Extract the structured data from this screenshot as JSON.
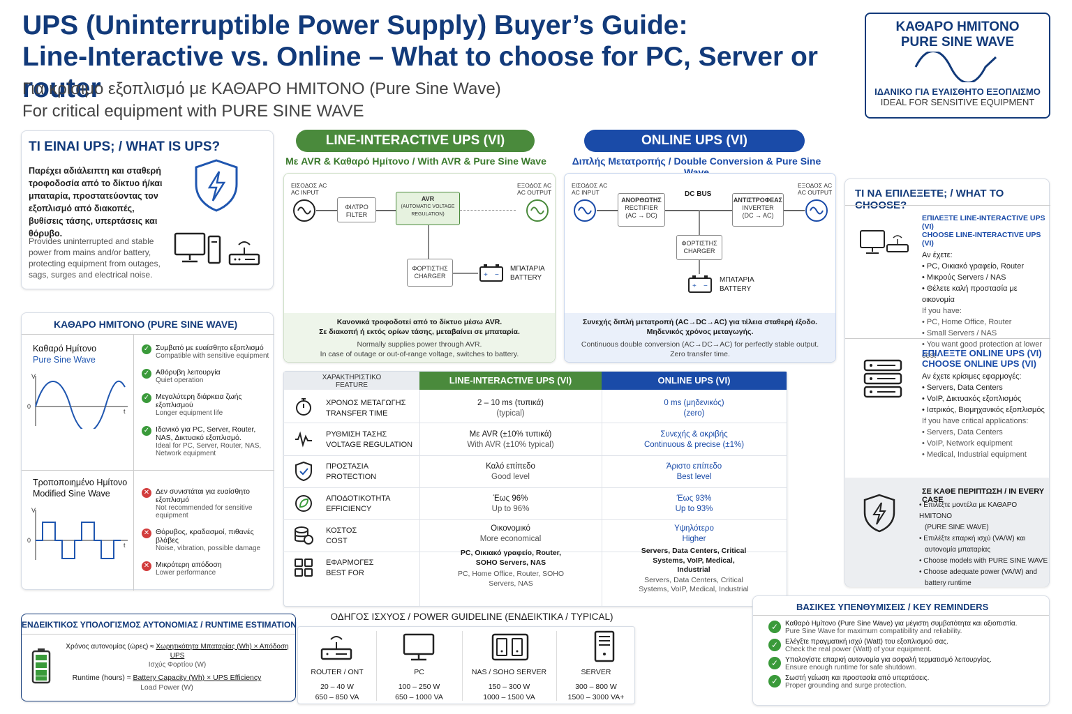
{
  "header": {
    "title_line1": "UPS (Uninterruptible Power Supply) Buyer’s Guide:",
    "title_line2": "Line-Interactive vs. Online – What to choose for PC, Server or router",
    "subtitle_gr": "Για κρίσιμο εξοπλισμό με ΚΑΘΑΡΟ ΗΜΙΤΟΝΟ (Pure Sine Wave)",
    "subtitle_en": "For critical equipment with PURE SINE WAVE"
  },
  "badge": {
    "title_gr": "ΚΑΘΑΡΟ ΗΜΙΤΟΝΟ",
    "title_en": "PURE SINE WAVE",
    "caption_gr": "ΙΔΑΝΙΚΟ ΓΙΑ ΕΥΑΙΣΘΗΤΟ ΕΞΟΠΛΙΣΜΟ",
    "caption_en": "IDEAL FOR SENSITIVE EQUIPMENT"
  },
  "what_is": {
    "title": "ΤΙ ΕΙΝΑΙ UPS; / WHAT IS UPS?",
    "text_gr": "Παρέχει αδιάλειπτη και σταθερή τροφοδοσία από το δίκτυο ή/και μπαταρία, προστατεύοντας τον εξοπλισμό από διακοπές, βυθίσεις τάσης, υπερτάσεις και θόρυβο.",
    "text_en": "Provides uninterrupted and stable power from mains and/or battery, protecting equipment from outages, sags, surges and electrical noise."
  },
  "sine": {
    "title": "ΚΑΘΑΡΟ ΗΜΙΤΟΝΟ (PURE SINE WAVE)",
    "pure_gr": "Καθαρό Ημίτονο",
    "pure_en": "Pure Sine Wave",
    "mod_gr": "Τροποποιημένο Ημίτονο",
    "mod_en": "Modified Sine Wave",
    "axis_v": "V",
    "axis_zero": "0",
    "axis_t": "t",
    "pure_points": [
      {
        "gr": "Συμβατό με ευαίσθητο εξοπλισμό",
        "en": "Compatible with sensitive equipment"
      },
      {
        "gr": "Αθόρυβη λειτουργία",
        "en": "Quiet operation"
      },
      {
        "gr": "Μεγαλύτερη διάρκεια ζωής εξοπλισμού",
        "en": "Longer equipment life"
      },
      {
        "gr": "Ιδανικό για PC, Server, Router, NAS, Δικτυακό εξοπλισμό.",
        "en": "Ideal for PC, Server, Router, NAS, Network equipment"
      }
    ],
    "mod_points": [
      {
        "gr": "Δεν συνιστάται για ευαίσθητο εξοπλισμό",
        "en": "Not recommended for sensitive equipment"
      },
      {
        "gr": "Θόρυβος, κραδασμοί, πιθανές βλάβες",
        "en": "Noise, vibration, possible damage"
      },
      {
        "gr": "Μικρότερη απόδοση",
        "en": "Lower performance"
      }
    ]
  },
  "vi": {
    "pill": "LINE-INTERACTIVE UPS (VI)",
    "sub": "Με AVR & Καθαρό Ημίτονο / With AVR & Pure Sine Wave",
    "input_gr": "ΕΙΣΟΔΟΣ AC",
    "input_en": "AC INPUT",
    "output_gr": "ΕΞΟΔΟΣ AC",
    "output_en": "AC OUTPUT",
    "filter_gr": "ΦΙΛΤΡΟ",
    "filter_en": "FILTER",
    "avr_title": "AVR",
    "avr_gr": "(AUTOMATIC VOLTAGE",
    "avr_en": "REGULATION)",
    "charger_gr": "ΦΟΡΤΙΣΤΗΣ",
    "charger_en": "CHARGER",
    "battery_gr": "ΜΠΑΤΑΡΙΑ",
    "battery_en": "BATTERY",
    "desc_gr1": "Κανονικά τροφοδοτεί από το δίκτυο μέσω AVR.",
    "desc_gr2": "Σε διακοπή ή εκτός ορίων τάσης, μεταβαίνει σε μπαταρία.",
    "desc_en1": "Normally supplies power through AVR.",
    "desc_en2": "In case of outage or out-of-range voltage, switches to battery."
  },
  "online": {
    "pill": "ONLINE UPS (VI)",
    "sub": "Διπλής Μετατροπής / Double Conversion & Pure Sine Wave",
    "input_gr": "ΕΙΣΟΔΟΣ AC",
    "input_en": "AC INPUT",
    "output_gr": "ΕΞΟΔΟΣ AC",
    "output_en": "AC OUTPUT",
    "rect_gr": "ΑΝΟΡΘΩΤΗΣ",
    "rect_en": "RECTIFIER",
    "rect_conv": "(AC → DC)",
    "dcbus": "DC BUS",
    "inv_gr": "ΑΝΤΙΣΤΡΟΦΕΑΣ",
    "inv_en": "INVERTER",
    "inv_conv": "(DC → AC)",
    "charger_gr": "ΦΟΡΤΙΣΤΗΣ",
    "charger_en": "CHARGER",
    "battery_gr": "ΜΠΑΤΑΡΙΑ",
    "battery_en": "BATTERY",
    "desc_gr1": "Συνεχής διπλή μετατροπή (AC→DC→AC) για τέλεια σταθερή έξοδο.",
    "desc_gr2": "Μηδενικός χρόνος μεταγωγής.",
    "desc_en1": "Continuous double conversion (AC→DC→AC) for perfectly stable output.",
    "desc_en2": "Zero transfer time."
  },
  "table": {
    "head_feature_gr": "ΧΑΡΑΚΤΗΡΙΣΤΙΚΟ",
    "head_feature_en": "FEATURE",
    "head_vi": "LINE-INTERACTIVE UPS (VI)",
    "head_online": "ONLINE UPS (VI)",
    "rows": [
      {
        "icon": "stopwatch-icon",
        "f_gr": "ΧΡΟΝΟΣ ΜΕΤΑΓΩΓΗΣ",
        "f_en": "TRANSFER TIME",
        "vi1": "2 – 10 ms (τυπικά)",
        "vi2": "(typical)",
        "on1": "0 ms (μηδενικός)",
        "on2": "(zero)"
      },
      {
        "icon": "voltage-wave-icon",
        "f_gr": "ΡΥΘΜΙΣΗ ΤΑΣΗΣ",
        "f_en": "VOLTAGE REGULATION",
        "vi1": "Με AVR (±10% τυπικά)",
        "vi2": "With AVR (±10% typical)",
        "on1": "Συνεχής & ακριβής",
        "on2": "Continuous & precise (±1%)"
      },
      {
        "icon": "shield-check-icon",
        "f_gr": "ΠΡΟΣΤΑΣΙΑ",
        "f_en": "PROTECTION",
        "vi1": "Καλό επίπεδο",
        "vi2": "Good level",
        "on1": "Άριστο επίπεδο",
        "on2": "Best level"
      },
      {
        "icon": "efficiency-leaf-icon",
        "f_gr": "ΑΠΟΔΟΤΙΚΟΤΗΤΑ",
        "f_en": "EFFICIENCY",
        "vi1": "Έως 96%",
        "vi2": "Up to 96%",
        "on1": "Έως 93%",
        "on2": "Up to 93%"
      },
      {
        "icon": "coins-icon",
        "f_gr": "ΚΟΣΤΟΣ",
        "f_en": "COST",
        "vi1": "Οικονομικό",
        "vi2": "More economical",
        "on1": "Υψηλότερο",
        "on2": "Higher"
      }
    ],
    "best": {
      "icon": "apps-grid-icon",
      "f_gr": "ΕΦΑΡΜΟΓΕΣ",
      "f_en": "BEST FOR",
      "vi_gr": "PC, Οικιακό γραφείο, Router, SOHO Servers, NAS",
      "vi_en": "PC, Home Office, Router, SOHO Servers, NAS",
      "on_gr": "Servers, Data Centers, Critical Systems, VoIP, Medical, Industrial",
      "on_en": "Servers, Data Centers, Critical Systems, VoIP, Medical, Industrial"
    }
  },
  "choose": {
    "title": "ΤΙ ΝΑ ΕΠΙΛΕΞΕΤΕ; / WHAT TO CHOOSE?",
    "vi_title_gr": "ΕΠΙΛΕΞΤΕ LINE-INTERACTIVE UPS (VI)",
    "vi_title_en": "CHOOSE LINE-INTERACTIVE UPS (VI)",
    "vi_if_gr": "Αν έχετε:",
    "vi_items_gr": [
      "• PC, Οικιακό γραφείο, Router",
      "• Μικρούς Servers / NAS",
      "• Θέλετε καλή προστασία με οικονομία"
    ],
    "vi_if_en": "If you have:",
    "vi_items_en": [
      "• PC, Home Office, Router",
      "• Small Servers / NAS",
      "• You want good protection at lower cost"
    ],
    "on_title_gr": "ΕΠΙΛΕΞΤΕ ONLINE UPS (VI)",
    "on_title_en": "CHOOSE ONLINE UPS (VI)",
    "on_if_gr": "Αν έχετε κρίσιμες εφαρμογές:",
    "on_items_gr": [
      "• Servers, Data Centers",
      "• VoIP, Δικτυακός εξοπλισμός",
      "• Ιατρικός, Βιομηχανικός εξοπλισμός"
    ],
    "on_if_en": "If you have critical applications:",
    "on_items_en": [
      "• Servers, Data Centers",
      "• VoIP, Network equipment",
      "• Medical, Industrial equipment"
    ],
    "every_title": "ΣΕ ΚΑΘΕ ΠΕΡΙΠΤΩΣΗ / IN EVERY CASE",
    "every_items": [
      "• Επιλέξτε μοντέλα με ΚΑΘΑΡΟ ΗΜΙΤΟΝΟ",
      "  (PURE SINE WAVE)",
      "• Επιλέξτε επαρκή ισχύ (VA/W) και",
      "  αυτονομία μπαταρίας",
      "• Choose models with PURE SINE WAVE",
      "• Choose adequate power (VA/W) and",
      "  battery runtime"
    ]
  },
  "runtime": {
    "title": "ΕΝΔΕΙΚΤΙΚΟΣ ΥΠΟΛΟΓΙΣΜΟΣ ΑΥΤΟΝΟΜΙΑΣ / RUNTIME ESTIMATION",
    "gr_prefix": "Χρόνος αυτονομίας (ώρες) ≈",
    "gr_num": "Χωρητικότητα Μπαταρίας (Wh) × Απόδοση UPS",
    "gr_den": "Ισχύς Φορτίου (W)",
    "en_prefix": "Runtime (hours) ≈",
    "en_num": "Battery Capacity (Wh) × UPS Efficiency",
    "en_den": "Load Power (W)"
  },
  "power": {
    "title": "ΟΔΗΓΟΣ ΙΣΧΥΟΣ / POWER GUIDELINE (ΕΝΔΕΙΚΤΙΚΑ / TYPICAL)",
    "items": [
      {
        "icon": "router-icon",
        "name": "ROUTER / ONT",
        "w": "20 – 40 W",
        "va": "650 – 850 VA"
      },
      {
        "icon": "monitor-icon",
        "name": "PC",
        "w": "100 – 250 W",
        "va": "650 – 1000 VA"
      },
      {
        "icon": "nas-icon",
        "name": "NAS / SOHO SERVER",
        "w": "150 – 300 W",
        "va": "1000 – 1500 VA"
      },
      {
        "icon": "server-tower-icon",
        "name": "SERVER",
        "w": "300 – 800 W",
        "va": "1500 – 3000 VA+"
      }
    ]
  },
  "reminders": {
    "title": "ΒΑΣΙΚΕΣ ΥΠΕΝΘΥΜΙΣΕΙΣ / KEY REMINDERS",
    "items": [
      {
        "gr": "Καθαρό Ημίτονο (Pure Sine Wave) για μέγιστη συμβατότητα και αξιοπιστία.",
        "en": "Pure Sine Wave for maximum compatibility and reliability."
      },
      {
        "gr": "Ελέγξτε πραγματική ισχύ (Watt) του εξοπλισμού σας.",
        "en": "Check the real power (Watt) of your equipment."
      },
      {
        "gr": "Υπολογίστε επαρκή αυτονομία για ασφαλή τερματισμό λειτουργίας.",
        "en": "Ensure enough runtime for safe shutdown."
      },
      {
        "gr": "Σωστή γείωση και προστασία από υπερτάσεις.",
        "en": "Proper grounding and surge protection."
      }
    ]
  }
}
